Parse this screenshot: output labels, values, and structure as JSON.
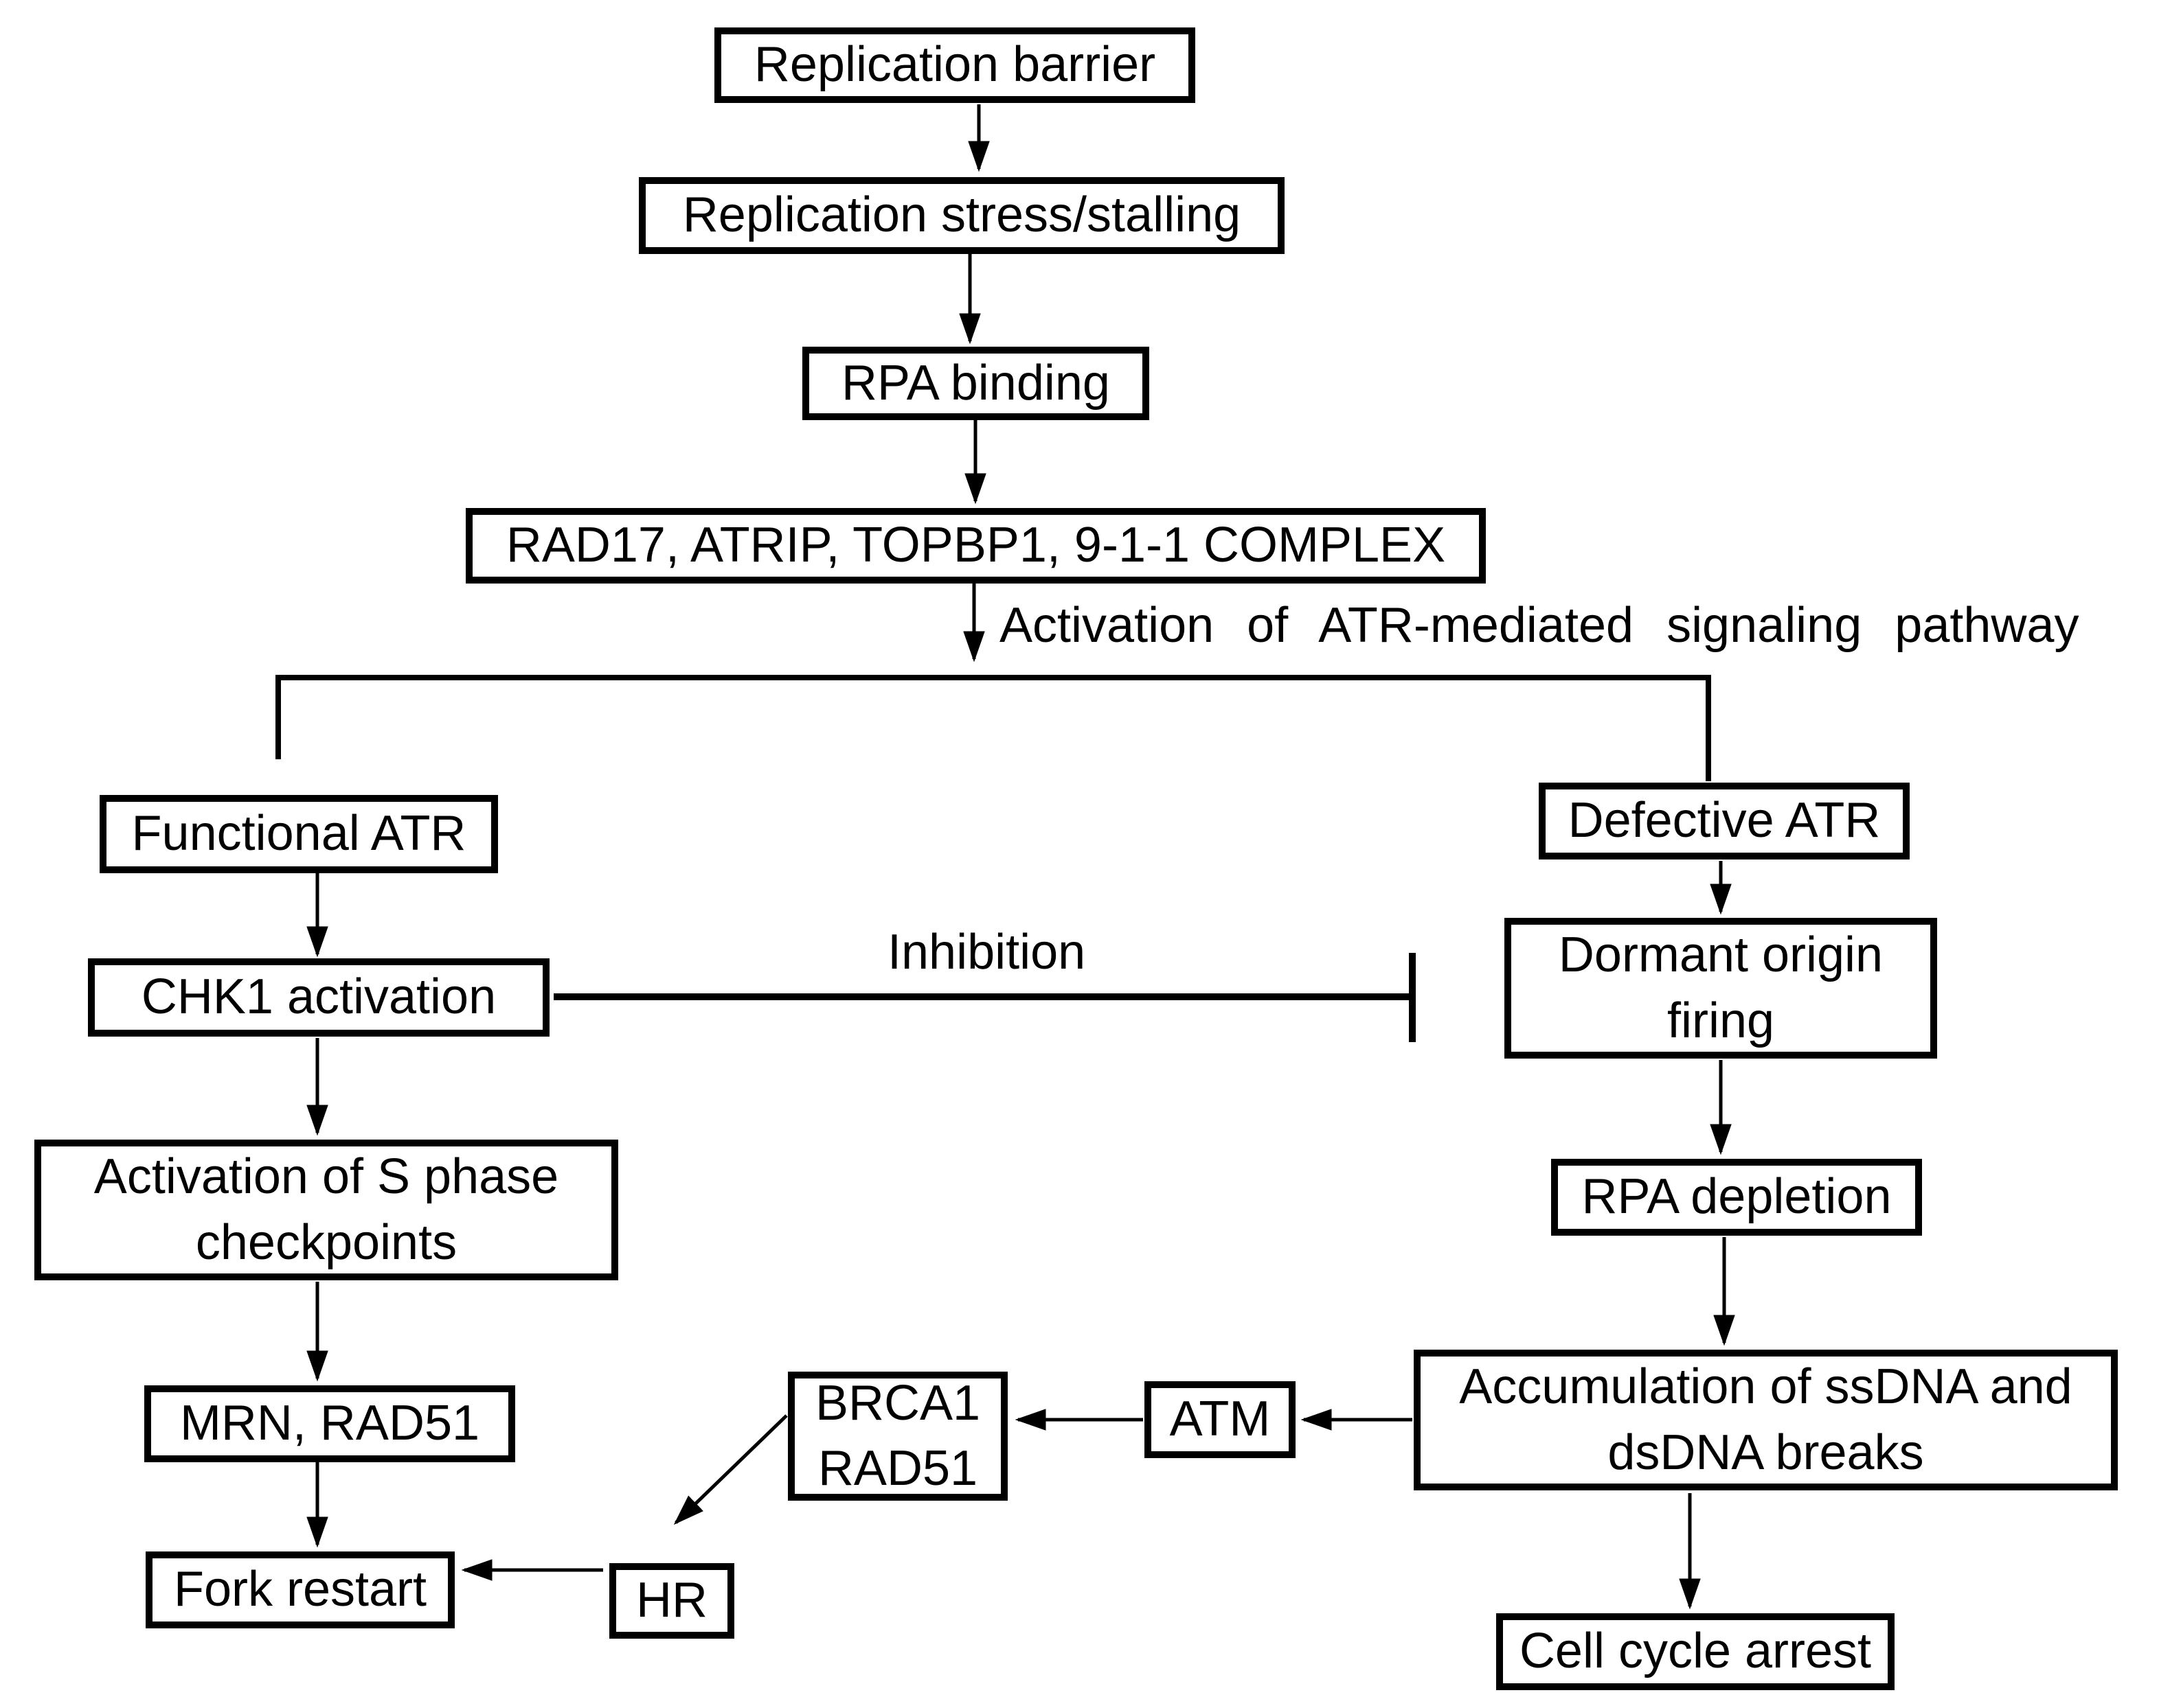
{
  "nodes": {
    "replication_barrier": {
      "label": "Replication barrier"
    },
    "replication_stress": {
      "label": "Replication stress/stalling"
    },
    "rpa_binding": {
      "label": "RPA binding"
    },
    "rad17_complex": {
      "label": "RAD17, ATRIP, TOPBP1, 9-1-1 COMPLEX"
    },
    "functional_atr": {
      "label": "Functional ATR"
    },
    "chk1_activation": {
      "label": "CHK1 activation"
    },
    "s_phase_checkpoints": {
      "label": "Activation of S phase checkpoints"
    },
    "mrn_rad51": {
      "label": "MRN, RAD51"
    },
    "fork_restart": {
      "label": "Fork restart"
    },
    "hr": {
      "label": "HR"
    },
    "brca1_rad51": {
      "label": "BRCA1\nRAD51"
    },
    "atm": {
      "label": "ATM"
    },
    "defective_atr": {
      "label": "Defective ATR"
    },
    "dormant_origin_firing": {
      "label": "Dormant origin firing"
    },
    "rpa_depletion": {
      "label": "RPA depletion"
    },
    "ssdna_dsdna_breaks": {
      "label": "Accumulation of ssDNA and dsDNA breaks"
    },
    "cell_cycle_arrest": {
      "label": "Cell cycle arrest"
    }
  },
  "edge_labels": {
    "activation": "Activation of ATR-mediated signaling pathway",
    "inhibition": "Inhibition"
  },
  "colors": {
    "ink": "#000000",
    "background": "#ffffff"
  }
}
